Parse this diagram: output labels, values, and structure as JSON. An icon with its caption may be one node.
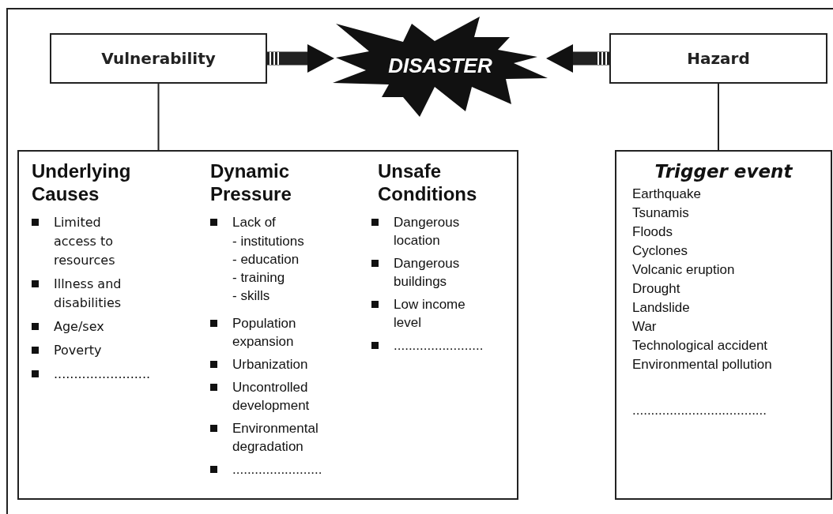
{
  "diagram": {
    "nodes": [
      {
        "text": [
          "Vulnerability"
        ]
      },
      {
        "text": [
          "DISASTER"
        ]
      },
      {
        "text": [
          "Hazard"
        ]
      },
      {
        "text": [
          "Underlying Causes",
          "Limited access to resources",
          "Illness and disabilities",
          "Age/sex",
          "Poverty",
          "........................",
          "Dynamic Pressure",
          "Lack of",
          "- institutions",
          "- education",
          "- training",
          "- skills",
          "Population expansion",
          "Urbanization",
          "Uncontrolled development",
          "Environmental degradation",
          "........................",
          "Unsafe Conditions",
          "Dangerous location",
          "Dangerous buildings",
          "Low income level",
          "........................"
        ]
      },
      {
        "text": [
          "Trigger event",
          "Earthquake",
          "Tsunamis",
          "Floods",
          "Cyclones",
          "Volcanic eruption",
          "Drought",
          "Landslide",
          "War",
          "Technological accident",
          "Environmental pollution",
          "...................................."
        ]
      }
    ],
    "edges": [
      {
        "from": 0,
        "to": 1,
        "arrow": "to",
        "style": "thick"
      },
      {
        "from": 2,
        "to": 1,
        "arrow": "to",
        "style": "thick"
      },
      {
        "from": 0,
        "to": 3,
        "arrow": "none"
      },
      {
        "from": 2,
        "to": 4,
        "arrow": "none"
      }
    ]
  }
}
